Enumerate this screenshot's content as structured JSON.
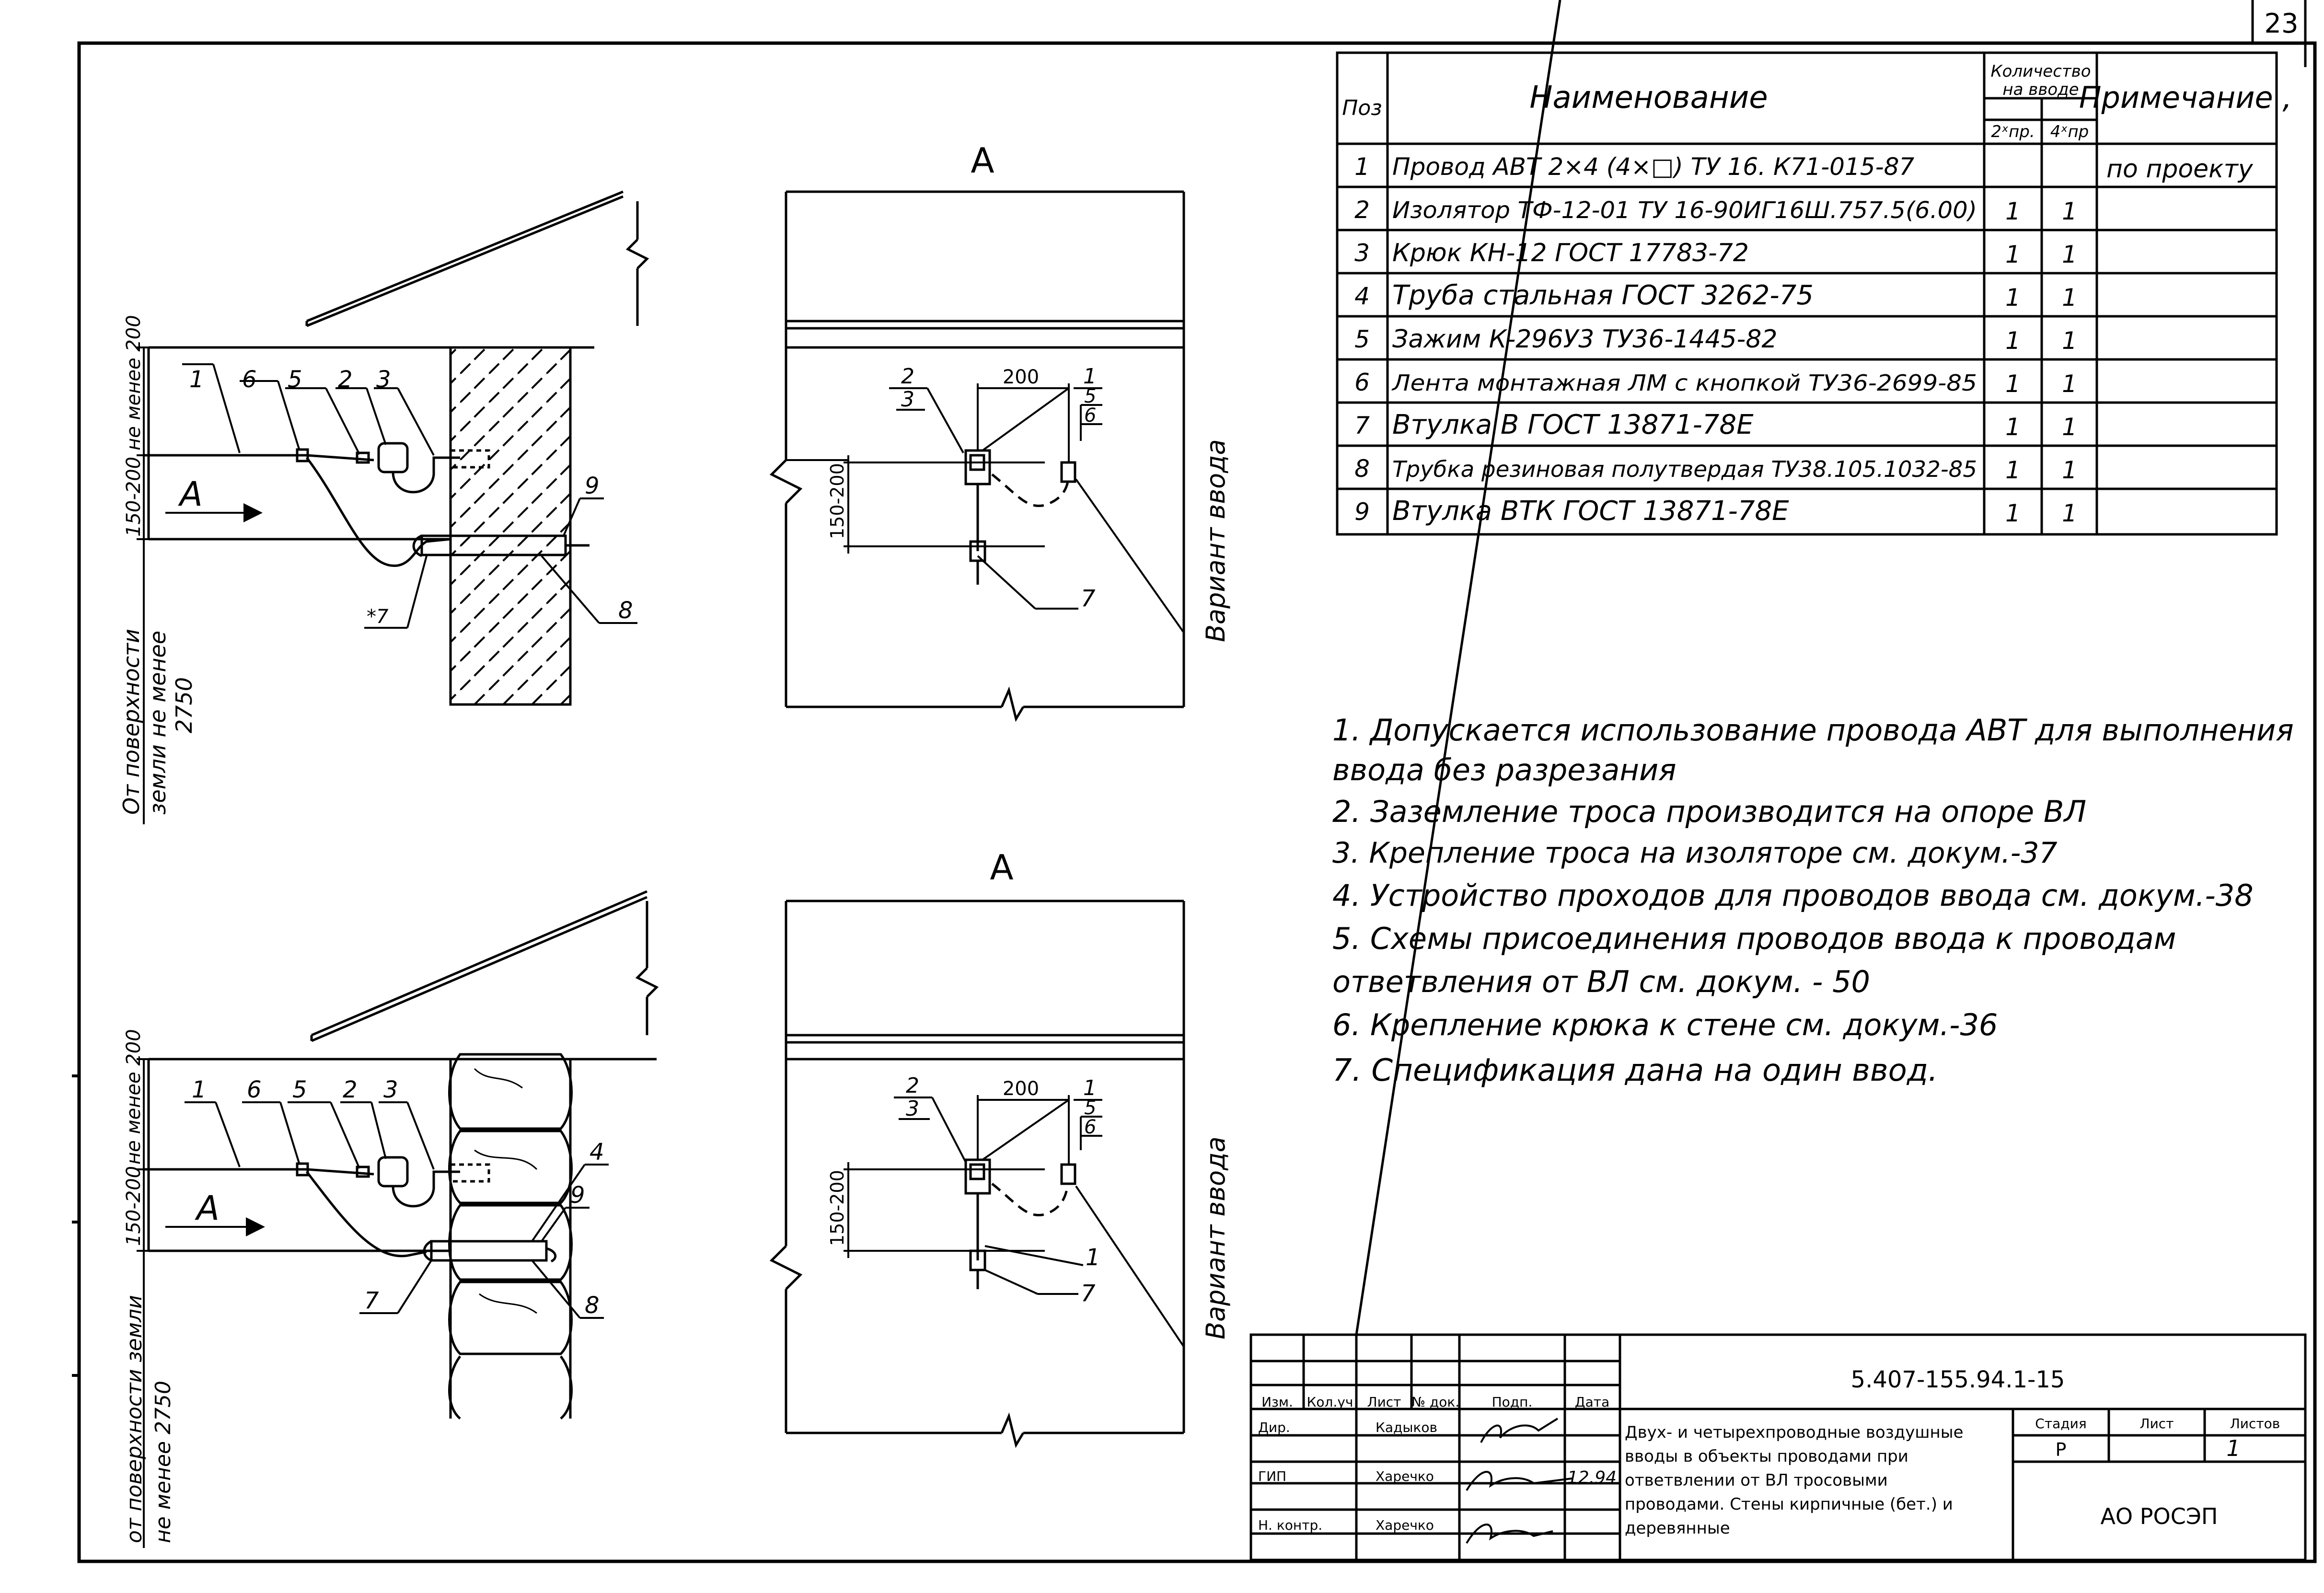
{
  "sheet_number": "23",
  "spec": {
    "headers": {
      "pos": "Поз",
      "name": "Наименование",
      "qty": "Количество",
      "qty2": "на вводе",
      "col2": "2ˣпр.",
      "col4": "4ˣпр",
      "note": "Примечание ,"
    },
    "rows": [
      {
        "pos": "1",
        "name": "Провод АВТ 2×4 (4×□)  ТУ 16. К71-015-87",
        "q2": "",
        "q4": "",
        "note": "по проекту"
      },
      {
        "pos": "2",
        "name": "Изолятор ТФ-12-01  ТУ 16-90ИГ16Ш.757.5(6.00)",
        "q2": "1",
        "q4": "1",
        "note": ""
      },
      {
        "pos": "3",
        "name": "Крюк  КН-12  ГОСТ 17783-72",
        "q2": "1",
        "q4": "1",
        "note": ""
      },
      {
        "pos": "4",
        "name": "Труба   стальная  ГОСТ 3262-75",
        "q2": "1",
        "q4": "1",
        "note": ""
      },
      {
        "pos": "5",
        "name": "Зажим К-296У3 ТУ36-1445-82",
        "q2": "1",
        "q4": "1",
        "note": ""
      },
      {
        "pos": "6",
        "name": "Лента монтажная ЛМ с кнопкой ТУ36-2699-85",
        "q2": "1",
        "q4": "1",
        "note": ""
      },
      {
        "pos": "7",
        "name": "Втулка  В ГОСТ 13871-78Е",
        "q2": "1",
        "q4": "1",
        "note": ""
      },
      {
        "pos": "8",
        "name": "Трубка резиновая полутвердая ТУ38.105.1032-85",
        "q2": "1",
        "q4": "1",
        "note": ""
      },
      {
        "pos": "9",
        "name": "Втулка  ВТК  ГОСТ 13871-78Е",
        "q2": "1",
        "q4": "1",
        "note": ""
      }
    ]
  },
  "notes": [
    "1. Допускается использование провода АВТ для выполнения",
    "ввода   без разрезания",
    "2. Заземление  троса  производится  на  опоре  ВЛ",
    "3. Крепление   троса  на изоляторе  см. докум.-37",
    "4. Устройство проходов для проводов ввода см. докум.-38",
    "5. Схемы присоединения проводов ввода к проводам",
    "ответвления от ВЛ см. докум. - 50",
    "6. Крепление  крюка   к стене   см. докум.-36",
    "7. Спецификация  дана  на  один  ввод."
  ],
  "top_view": {
    "section": "А",
    "dim_horizontal": "200",
    "dim_vertical": "150-200",
    "vertical_label": "Вариант ввода",
    "labels": {
      "l1": "1",
      "l2": "2",
      "l3": "3",
      "l5": "5",
      "l6": "6",
      "l7": "7"
    }
  },
  "bottom_view": {
    "section": "А",
    "dim_horizontal": "200",
    "dim_vertical": "150-200",
    "vertical_label": "Вариант ввода",
    "labels": {
      "l1": "1",
      "l1b": "1",
      "l2": "2",
      "l3": "3",
      "l5": "5",
      "l6": "6",
      "l7": "7"
    }
  },
  "top_wall": {
    "arrow_label": "А",
    "dim_min": "не менее 200",
    "dim_range": "150-200",
    "ground_label_1": "От поверхности",
    "ground_label_2": "земли не менее",
    "ground_label_3": "2750",
    "labels": {
      "l1": "1",
      "l6": "6",
      "l5": "5",
      "l2": "2",
      "l3": "3",
      "l9": "9",
      "l7": "*7",
      "l8": "8"
    }
  },
  "bottom_wall": {
    "arrow_label": "А",
    "dim_min": "не менее 200",
    "dim_range": "150-200",
    "ground_label_1": "от поверхности земли",
    "ground_label_2": "не менее 2750",
    "labels": {
      "l1": "1",
      "l6": "6",
      "l5": "5",
      "l2": "2",
      "l3": "3",
      "l4": "4",
      "l9": "9",
      "l7": "7",
      "l8": "8"
    }
  },
  "title_block": {
    "code": "5.407-155.94.1-15",
    "headers": {
      "izm": "Изм.",
      "kol": "Кол.уч",
      "list": "Лист",
      "ndoc": "№ док.",
      "podp": "Подп.",
      "date": "Дата"
    },
    "roles": [
      {
        "role": "Дир.",
        "name": "Кадыков"
      },
      {
        "role": "",
        "name": ""
      },
      {
        "role": "ГИП",
        "name": "Харечко"
      },
      {
        "role": "",
        "name": ""
      },
      {
        "role": "Н. контр.",
        "name": "Харечко"
      }
    ],
    "sign_date": "12.94",
    "title_lines": [
      "Двух- и четырехпроводные воздушные",
      "вводы в объекты проводами при",
      "ответвлении от ВЛ тросовыми",
      "проводами. Стены кирпичные (бет.) и",
      "деревянные"
    ],
    "stage_label": "Стадия",
    "sheet_label": "Лист",
    "sheets_label": "Листов",
    "stage": "Р",
    "sheets": "1",
    "org": "АО РОСЭП"
  }
}
